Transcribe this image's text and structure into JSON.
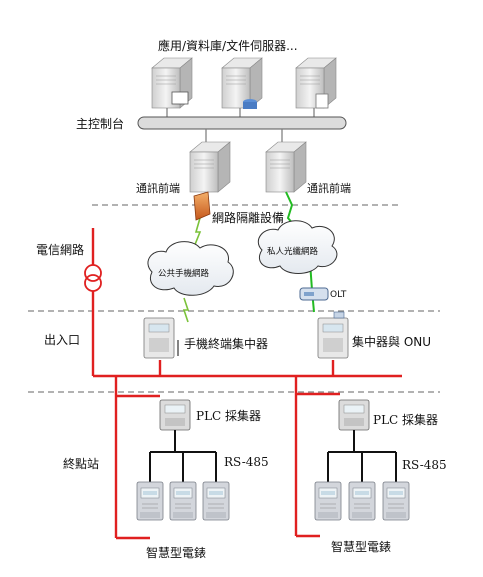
{
  "top_caption": "應用/資料庫/文件伺服器...",
  "main_control": "主控制台",
  "front_end_left": "通訊前端",
  "front_end_right": "通訊前端",
  "isolation": "網路隔離設備",
  "telecom": "電信網路",
  "public_net": "公共手機網路",
  "private_net": "私人光纖網路",
  "olt": "OLT",
  "entry": "出入口",
  "mobile_concentrator": "手機終端集中器",
  "concentrator_onu": "集中器與 ONU",
  "terminal": "終點站",
  "plc_left": "PLC 採集器",
  "plc_right": "PLC 採集器",
  "rs485_left": "RS-485",
  "rs485_right": "RS-485",
  "meter_left": "智慧型電錶",
  "meter_right": "智慧型電錶",
  "colors": {
    "power_line": "#e02020",
    "fiber_link": "#22bb22",
    "bus": "#dcdcdc"
  }
}
